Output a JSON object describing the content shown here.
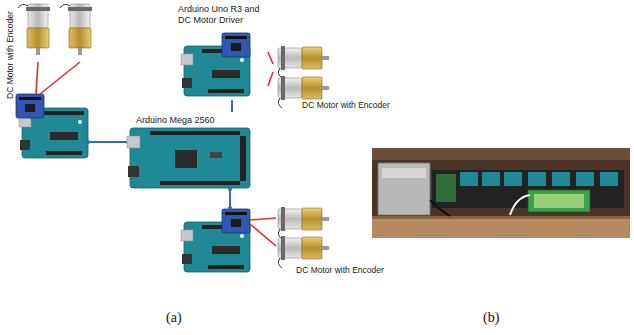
{
  "diagram": {
    "nodes": [
      {
        "text": [
          "DC Motor with Encoder"
        ]
      },
      {
        "text": [
          "Arduino Uno R3 and DC Motor Driver"
        ]
      },
      {
        "text": [
          "DC Motor with Encoder"
        ]
      },
      {
        "text": [
          "Arduino Mega 2560"
        ]
      },
      {
        "text": [
          "DC Motor with Encoder"
        ]
      }
    ],
    "edges": [
      {
        "from": 3,
        "to": 1,
        "arrow": "none"
      },
      {
        "from": 1,
        "to": 2,
        "arrow": "none"
      }
    ],
    "labels": [
      "(a)",
      "(b)"
    ]
  }
}
